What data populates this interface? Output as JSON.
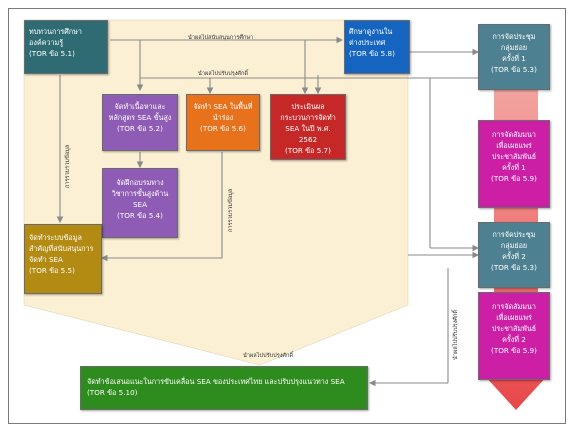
{
  "boxes": {
    "b51": {
      "text": "ทบทวนการศึกษา\nองค์ความรู้",
      "ref": "(TOR ข้อ 5.1)"
    },
    "b58": {
      "text": "ศึกษาดูงานใน\nต่างประเทศ",
      "ref": "(TOR ข้อ 5.8)"
    },
    "b52": {
      "text": "จัดทำเนื้อหาและ\nหลักสูตร SEA ขั้นสูง",
      "ref": "(TOR ข้อ 5.2)"
    },
    "b56": {
      "text": "จัดทำ SEA ในพื้นที่\nนำร่อง",
      "ref": "(TOR ข้อ 5.6)"
    },
    "b57": {
      "text": "ประเมินผล\nกระบวนการจัดทำ\nSEA ในปี พ.ศ. 2562",
      "ref": "(TOR ข้อ 5.7)"
    },
    "b54": {
      "text": "จัดฝึกอบรมทาง\nวิชาการขั้นสูงด้าน\nSEA",
      "ref": "(TOR ข้อ 5.4)"
    },
    "b55": {
      "text": "จัดทำระบบข้อมูล\nสำคัญที่สนับสนุนการ\nจัดทำ SEA",
      "ref": "(TOR ข้อ 5.5)"
    },
    "b53a": {
      "text": "การจัดประชุม\nกลุ่มย่อย\nครั้งที่ 1",
      "ref": "(TOR ข้อ 5.3)"
    },
    "b59a": {
      "text": "การจัดสัมมนา\nเพื่อเผยแพร่\nประชาสัมพันธ์\nครั้งที่ 1",
      "ref": "(TOR ข้อ 5.9)"
    },
    "b53b": {
      "text": "การจัดประชุม\nกลุ่มย่อย\nครั้งที่ 2",
      "ref": "(TOR ข้อ 5.3)"
    },
    "b59b": {
      "text": "การจัดสัมมนา\nเพื่อเผยแพร่\nประชาสัมพันธ์\nครั้งที่ 2",
      "ref": "(TOR ข้อ 5.9)"
    },
    "b510": {
      "text": "จัดทำข้อเสนอแนะในการขับเคลื่อน SEA ของประเทศไทย และปรับปรุงแนวทาง SEA",
      "ref": "(TOR ข้อ 5.10)"
    }
  },
  "labels": {
    "top1": "นำผลไปสนับสนุนการศึกษา",
    "top2": "นำผลไปปรับปรุงศักดิ์",
    "bottom": "นำผลไปปรับปรุงศักดิ์",
    "vleft": "การรวบรวมข้อมูล",
    "vmid": "การรวบรวมข้อมูล",
    "vright": "นำผลไปปรับปรุงศักดิ์"
  },
  "colors": {
    "teal": "#2e6b73",
    "blue": "#1565c0",
    "purple": "#8e5bb5",
    "orange": "#e8711c",
    "red": "#c62828",
    "olive": "#b38a12",
    "tealRight": "#4d8191",
    "magenta": "#cc1fa6",
    "green": "#2e8b1e",
    "background": "#fbf0d4",
    "arrow": "#e8474a"
  }
}
